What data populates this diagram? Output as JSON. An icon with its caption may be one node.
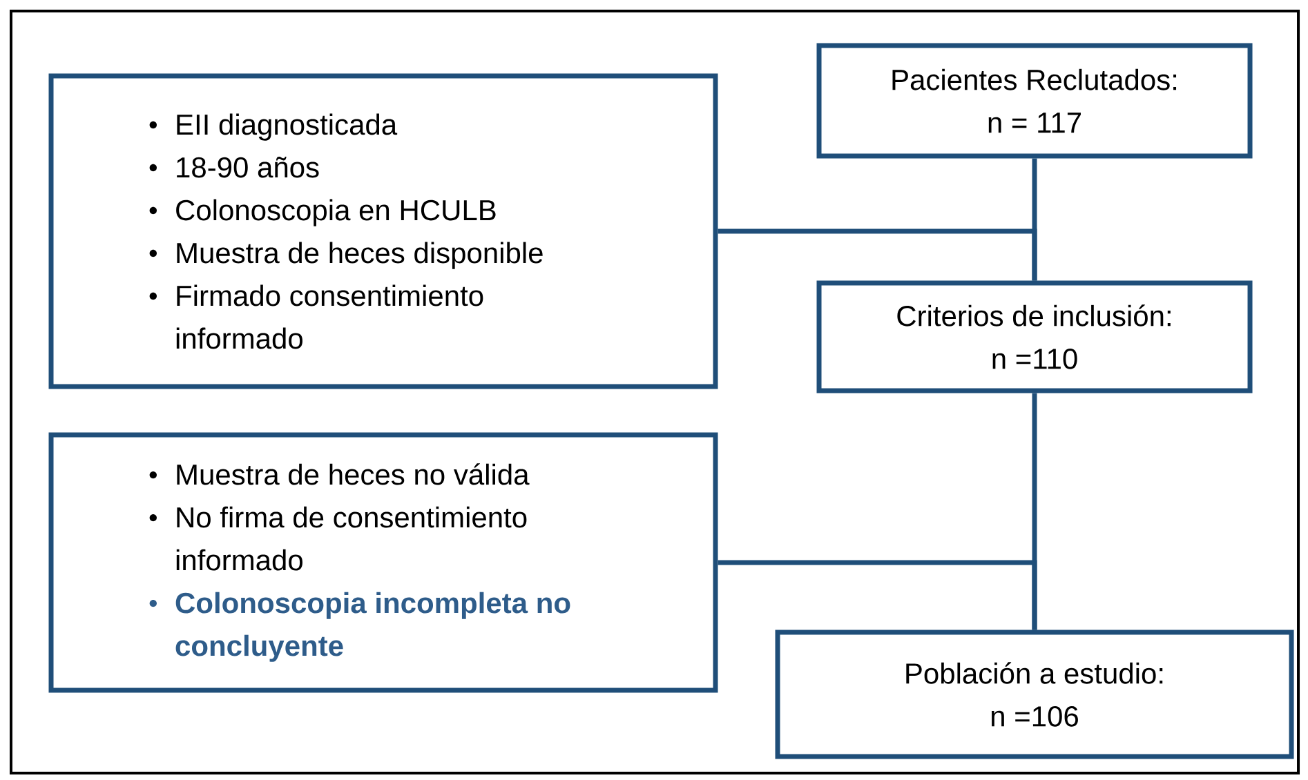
{
  "diagram": {
    "nodes": [
      {
        "text": [
          "Pacientes Reclutados:",
          "n = 117"
        ]
      },
      {
        "text": [
          "EII diagnosticada",
          "18-90 años",
          "Colonoscopia en HCULB",
          "Muestra de heces disponible",
          "Firmado consentimiento informado"
        ]
      },
      {
        "text": [
          "Criterios de inclusión:",
          "n =110"
        ]
      },
      {
        "text": [
          "Muestra de heces no válida",
          "No firma de consentimiento informado",
          "Colonoscopia incompleta no concluyente"
        ]
      },
      {
        "text": [
          "Población a estudio:",
          "n =106"
        ]
      }
    ],
    "edges": [
      {
        "from": 0,
        "to": 2,
        "arrow": "none"
      },
      {
        "from": 1,
        "to": 2,
        "arrow": "none"
      },
      {
        "from": 2,
        "to": 4,
        "arrow": "none"
      },
      {
        "from": 3,
        "to": 4,
        "arrow": "none"
      }
    ]
  }
}
